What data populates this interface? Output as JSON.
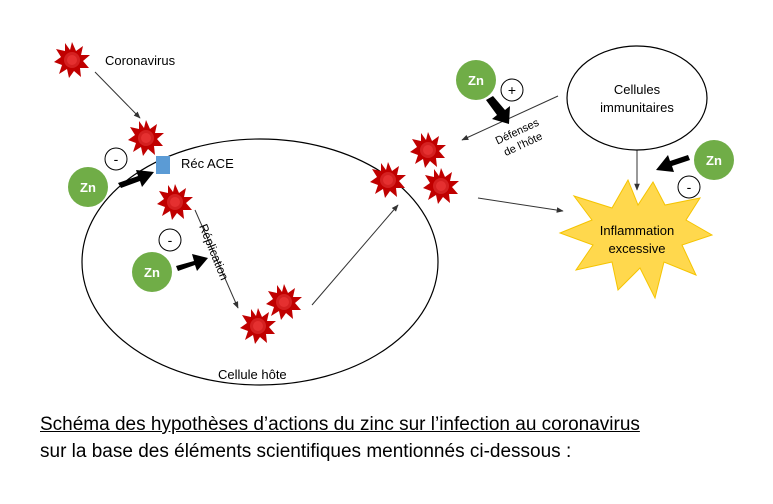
{
  "labels": {
    "coronavirus": "Coronavirus",
    "receptor": "Réc ACE",
    "replication": "Réplication",
    "host_cell": "Cellule hôte",
    "immune_cells_line1": "Cellules",
    "immune_cells_line2": "immunitaires",
    "host_defense_line1": "Défenses",
    "host_defense_line2": "de l'hôte",
    "inflammation_line1": "Inflammation",
    "inflammation_line2": "excessive"
  },
  "zinc": {
    "label": "Zn",
    "inhibit_sign": "-",
    "stimulate_sign": "+"
  },
  "caption": {
    "line1": "Schéma des hypothèses d’actions du zinc sur l’infection au coronavirus",
    "line2": "sur la base des éléments scientifiques mentionnés ci-dessous :"
  },
  "colors": {
    "virus": "#c00000",
    "virus_core": "#e53030",
    "zinc": "#70ad47",
    "receptor": "#5b9bd5",
    "inflammation": "#ffd84d",
    "arrow": "#000000"
  }
}
